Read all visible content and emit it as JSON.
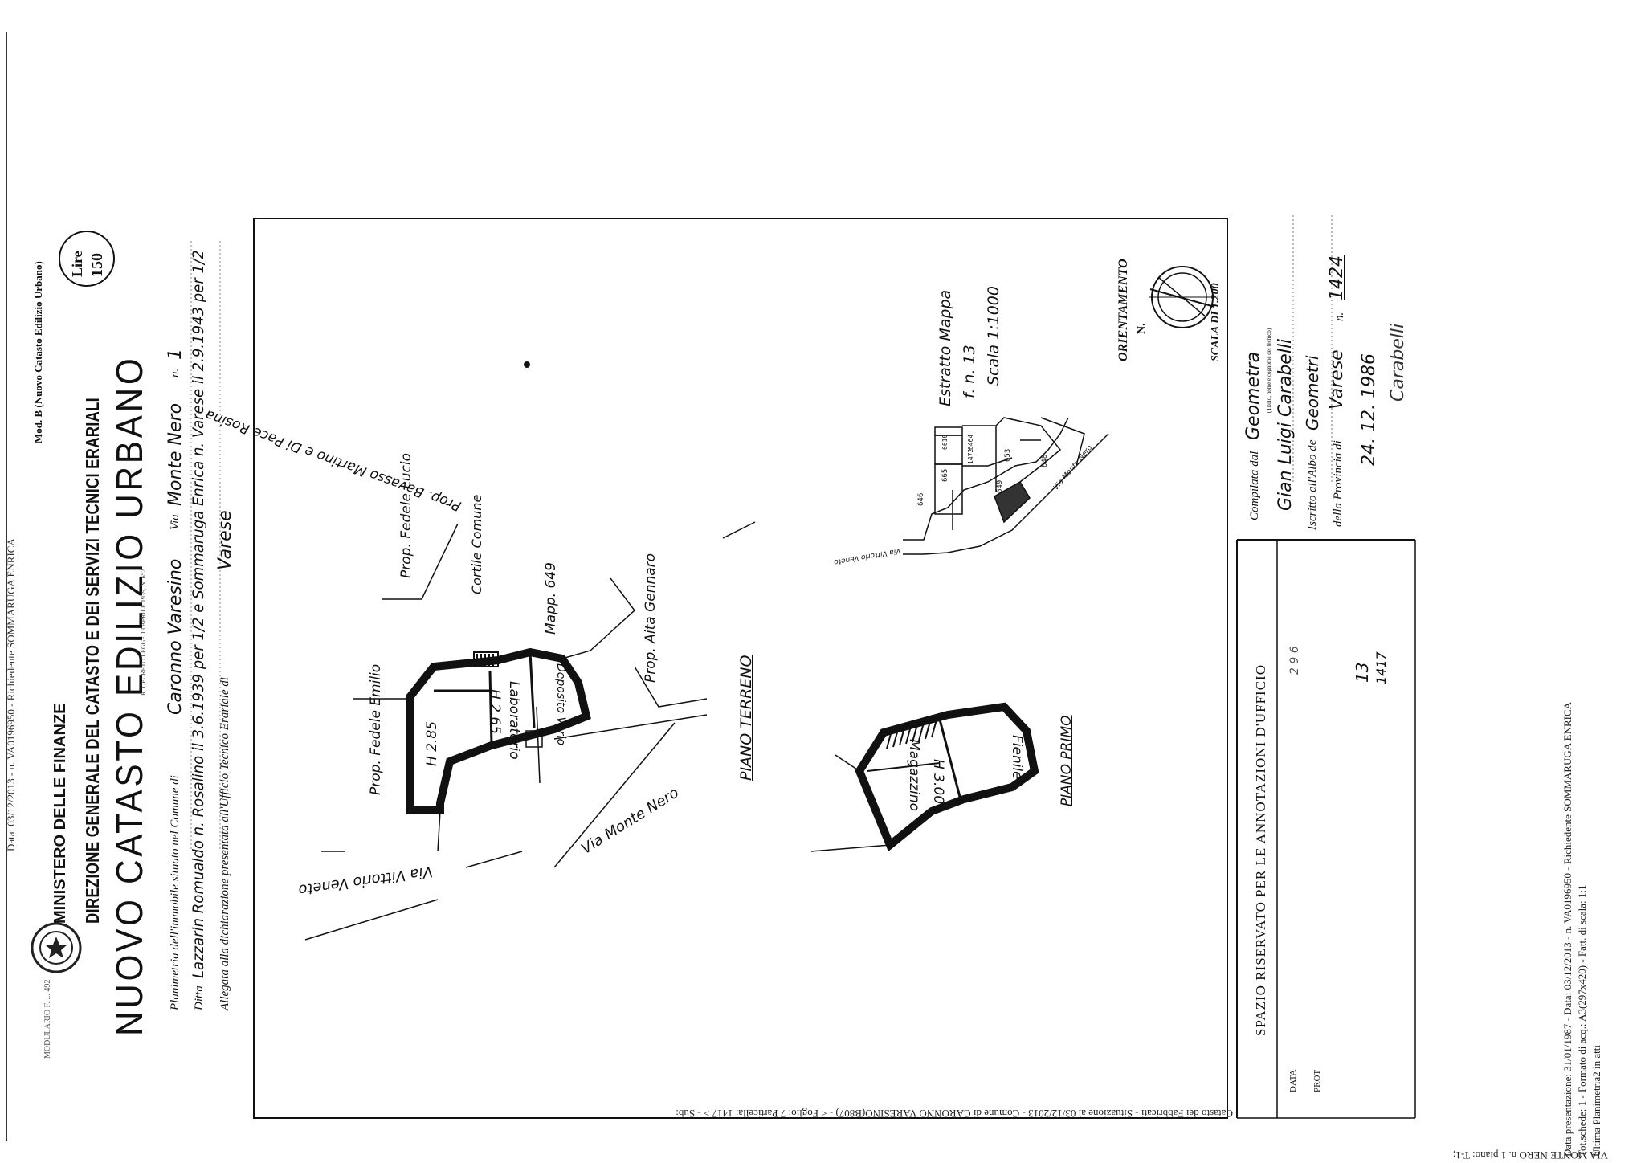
{
  "margin_strip": {
    "top": "Data: 03/12/2013 - n. VA0196950 - Richiedente SOMMARUGA ENRICA",
    "form": "MODULARIO F. ... 492"
  },
  "header": {
    "mod": "Mod. B (Nuovo Catasto Edilizio Urbano)",
    "ministry": "MINISTERO DELLE FINANZE",
    "direzione": "DIREZIONE GENERALE DEL CATASTO E DEI SERVIZI TECNICI ERARIALI",
    "title": "NUOVO CATASTO EDILIZIO URBANO",
    "stamp_lire": "Lire",
    "stamp_value": "150",
    "decreto": "R. DECRETO LEGGE 13 APRILE 1939, N. 652"
  },
  "info": {
    "line1_prefix": "Planimetria dell'immobile situato nel Comune di",
    "comune": "Caronno Varesino",
    "via_prefix": "Via",
    "via": "Monte Nero",
    "numero_prefix": "n.",
    "numero": "1",
    "line2_prefix": "Ditta",
    "ditta": "Lazzarin Romualdo n. Rosalino il 3.6.1939 per 1/2 e Sommaruga Enrica n. Varese il 2.9.1943 per 1/2",
    "line3_prefix": "Allegata alla dichiarazione presentata all'Ufficio Tecnico Erariale di",
    "ufficio": "Varese"
  },
  "plan_labels": {
    "prop_fedele_emilio": "Prop. Fedele Emilio",
    "prop_fedele_lucio": "Prop. Fedele Lucio",
    "prop_bavasso": "Prop. Bavasso Martino e Di Pace Rosina",
    "prop_aita": "Prop. Aita Gennaro",
    "cortile": "Cortile Comune",
    "mapp": "Mapp. 649",
    "laboratorio": "Laboratorio",
    "h285": "H 2.85",
    "h265": "H 2.65",
    "deposito": "Deposito Vario",
    "via_monte_nero": "Via Monte Nero",
    "via_vittorio_veneto": "Via Vittorio Veneto",
    "piano_terreno": "PIANO TERRENO",
    "piano_primo": "PIANO PRIMO",
    "magazzino": "Magazzino",
    "h300": "H 3.00",
    "fienile": "Fienile"
  },
  "estratto": {
    "title": "Estratto Mappa",
    "foglio": "f. n. 13",
    "scala": "Scala 1:1000",
    "parcels": [
      "665",
      "6610",
      "1472",
      "6464",
      "653",
      "646",
      "649",
      "648"
    ],
    "street1": "Via Vittorio Veneto",
    "street2": "Via Monte Nero"
  },
  "orientamento": {
    "title": "ORIENTAMENTO",
    "north": "N.",
    "scala": "SCALA DI 1.200"
  },
  "compilata": {
    "label1": "Compilata dal",
    "qualifica": "Geometra",
    "note": "(Titolo, nome e cognome del tecnico)",
    "nome": "Gian Luigi Carabelli",
    "label2": "Iscritto all'Albo de",
    "albo": "Geometri",
    "label3": "della Provincia di",
    "provincia": "Varese",
    "n_prefix": "n.",
    "n_iscrizione": "1424",
    "data": "24. 12. 1986",
    "firma": "Carabelli"
  },
  "riservato": {
    "title": "SPAZIO RISERVATO PER LE ANNOTAZIONI D'UFFICIO",
    "col1": "DATA",
    "col2": "PROT",
    "val_prot": "2 9 6",
    "val_foglio": "13",
    "val_part": "1417"
  },
  "footer": {
    "ultima": "Catasto dei Fabbricati - Situazione al 03/12/2013 - Comune di CARONNO VARESINO(B807) - < Foglio: 7 Particella: 1417 > - Sub:",
    "indirizzo": "VIA MONTE NERO n. 1 piano: T-1;",
    "line1": "Data presentazione: 31/01/1987 - Data: 03/12/2013 - n. VA0196950 - Richiedente SOMMARUGA ENRICA",
    "line2": "Tot.schede: 1 - Formato di acq.: A3(297x420) - Fatt. di scala: 1:1",
    "line3": "Ultima Planimetria2 in atti"
  }
}
